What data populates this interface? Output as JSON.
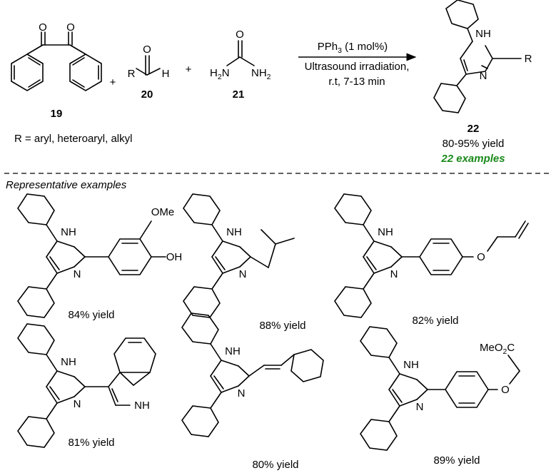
{
  "reaction": {
    "compound_19": "19",
    "compound_20": "20",
    "compound_21": "21",
    "compound_22": "22",
    "plus": "+",
    "r_definition": "R = aryl, heteroaryl, alkyl",
    "condition_reagent": "PPh",
    "condition_reagent_sub": "3",
    "condition_reagent_rest": " (1 mol%)",
    "condition_energy": "Ultrasound irradiation,",
    "condition_time": "r.t, 7-13 min",
    "yield_range": "80-95% yield",
    "examples_count": "22 examples"
  },
  "atoms": {
    "O": "O",
    "H": "H",
    "N": "N",
    "NH": "NH",
    "R": "R",
    "OH": "OH",
    "OMe": "OMe",
    "H2N_H": "H",
    "H2N_sub": "2",
    "H2N_N": "N",
    "NH2_NH": "NH",
    "NH2_sub": "2",
    "MeO2C_a": "MeO",
    "MeO2C_sub": "2",
    "MeO2C_b": "C"
  },
  "section_title": "Representative examples",
  "examples": [
    {
      "yield": "84% yield"
    },
    {
      "yield": "88% yield"
    },
    {
      "yield": "82% yield"
    },
    {
      "yield": "81% yield"
    },
    {
      "yield": "80% yield"
    },
    {
      "yield": "89% yield"
    }
  ]
}
